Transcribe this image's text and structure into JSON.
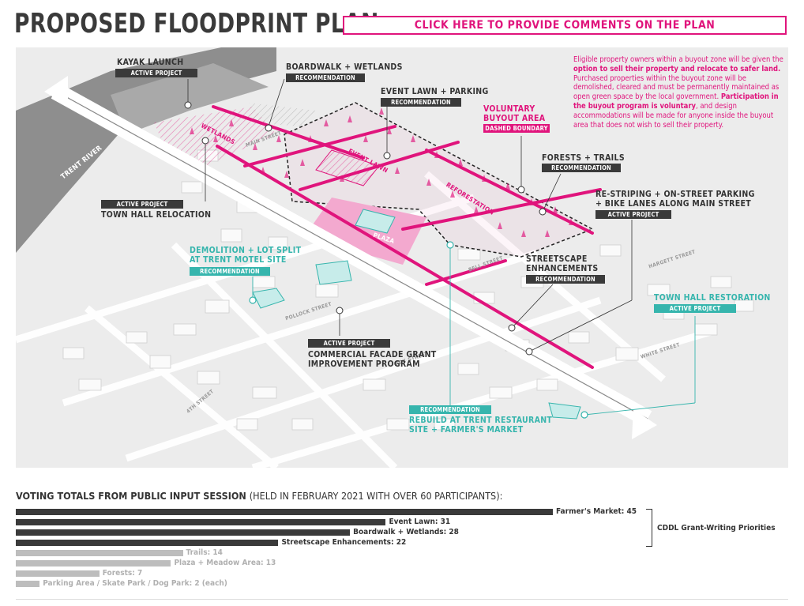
{
  "header": {
    "title": "PROPOSED FLOODPRINT PLAN",
    "cta": "CLICK HERE TO PROVIDE COMMENTS ON THE PLAN"
  },
  "map": {
    "river_label": "TRENT RIVER",
    "streets": [
      "MAIN STREET",
      "BELL STREET",
      "POLLOCK STREET",
      "FOX STREET",
      "WHITE STREET",
      "HARGETT STREET",
      "4TH STREET"
    ],
    "areas": [
      "WETLANDS",
      "EVENT LAWN",
      "PLAZA",
      "REFORESTATION"
    ],
    "callouts": {
      "kayak": {
        "title": "KAYAK LAUNCH",
        "tag": "ACTIVE PROJECT"
      },
      "boardwalk": {
        "title": "BOARDWALK + WETLANDS",
        "tag": "RECOMMENDATION"
      },
      "event_lawn": {
        "title": "EVENT LAWN + PARKING",
        "tag": "RECOMMENDATION"
      },
      "buyout": {
        "title1": "VOLUNTARY",
        "title2": "BUYOUT AREA",
        "tag": "DASHED BOUNDARY"
      },
      "forests": {
        "title": "FORESTS + TRAILS",
        "tag": "RECOMMENDATION"
      },
      "restriping": {
        "title1": "RE-STRIPING + ON-STREET PARKING",
        "title2": "+ BIKE LANES ALONG MAIN STREET",
        "tag": "ACTIVE PROJECT"
      },
      "town_hall_reloc": {
        "title": "TOWN HALL RELOCATION",
        "tag": "ACTIVE PROJECT"
      },
      "demolition": {
        "title1": "DEMOLITION + LOT SPLIT",
        "title2": "AT TRENT MOTEL SITE",
        "tag": "RECOMMENDATION"
      },
      "streetscape": {
        "title1": "STREETSCAPE",
        "title2": "ENHANCEMENTS",
        "tag": "RECOMMENDATION"
      },
      "town_hall_rest": {
        "title": "TOWN HALL RESTORATION",
        "tag": "ACTIVE PROJECT"
      },
      "facade": {
        "title1": "COMMERCIAL FACADE GRANT",
        "title2": "IMPROVEMENT PROGRAM",
        "tag": "ACTIVE PROJECT"
      },
      "rebuild": {
        "title1": "REBUILD AT TRENT RESTAURANT",
        "title2": "SITE + FARMER'S MARKET",
        "tag": "RECOMMENDATION"
      }
    },
    "note": {
      "p1": "Eligible property owners within a buyout zone will be given the ",
      "b1": "option to sell their property and relocate to safer land.",
      "p2": " Purchased properties within the buyout zone will be demolished, cleared and must be permanently maintained as open green space by the local government. ",
      "b2": "Participation in the buyout program is voluntary",
      "p3": ", and design accommodations will be made for anyone inside the buyout area that does not wish to sell their property."
    },
    "colors": {
      "accent": "#e0147c",
      "teal": "#36b5ad",
      "dark": "#3a3a3a"
    }
  },
  "votes": {
    "title": "VOTING TOTALS FROM PUBLIC INPUT SESSION",
    "subtitle": "(HELD IN FEBRUARY 2021 WITH OVER 60 PARTICIPANTS):",
    "bracket_label": "CDDL Grant-Writing Priorities",
    "items": [
      {
        "label": "Farmer's Market: 45",
        "value": 45,
        "priority": true
      },
      {
        "label": "Event Lawn: 31",
        "value": 31,
        "priority": true
      },
      {
        "label": "Boardwalk + Wetlands: 28",
        "value": 28,
        "priority": true
      },
      {
        "label": "Streetscape Enhancements: 22",
        "value": 22,
        "priority": true
      },
      {
        "label": "Trails: 14",
        "value": 14,
        "priority": false
      },
      {
        "label": "Plaza + Meadow Area: 13",
        "value": 13,
        "priority": false
      },
      {
        "label": "Forests: 7",
        "value": 7,
        "priority": false
      },
      {
        "label": "Parking Area / Skate Park / Dog Park: 2  (each)",
        "value": 2,
        "priority": false
      }
    ]
  }
}
